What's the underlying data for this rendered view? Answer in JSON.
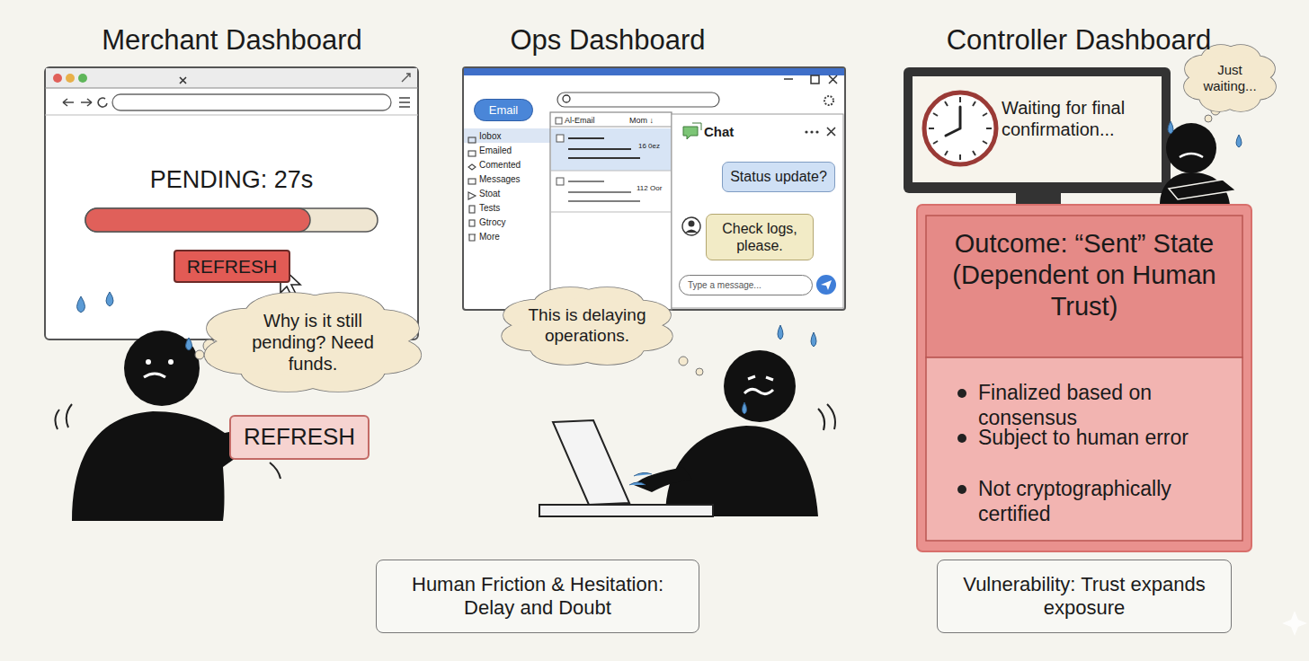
{
  "diagram": {
    "nodes": [
      {
        "text": [
          "PENDING: 27s"
        ]
      },
      {
        "text": [
          "REFRESH"
        ],
        "in": 0
      },
      {
        "text": [
          "Why is it still pending? Need funds."
        ]
      },
      {
        "text": [
          "REFRESH"
        ]
      },
      {
        "text": [
          "Al-Email",
          "Mom ↓"
        ]
      },
      {
        "text": [
          "Email"
        ],
        "in": 4
      },
      {
        "text": [
          "Chat"
        ],
        "in": 4
      },
      {
        "text": [
          "Status update?"
        ],
        "in": 6
      },
      {
        "text": [
          "Check logs, please."
        ],
        "in": 6
      },
      {
        "text": [
          "Type a message..."
        ],
        "in": 6
      },
      {
        "text": [
          "This is delaying operations."
        ]
      },
      {
        "text": [
          "Human Friction & Hesitation: Delay and Doubt"
        ]
      },
      {
        "text": [
          "Waiting for final confirmation..."
        ]
      },
      {
        "text": [
          "Just waiting..."
        ]
      },
      {
        "text": [
          "Outcome: “Sent” State (Dependent on Human Trust)",
          "Finalized based on consensus",
          "Subject to human error",
          "Not cryptographically certified"
        ]
      },
      {
        "text": [
          "Vulnerability: Trust expands exposure"
        ]
      }
    ],
    "labels": [
      "Merchant Dashboard",
      "Ops Dashboard",
      "Controller Dashboard",
      "Iobox",
      "Emailed",
      "Comented",
      "Messages",
      "Stoat",
      "Tests",
      "Gtrocy",
      "More",
      "16 0ez",
      "112 Oor"
    ]
  }
}
